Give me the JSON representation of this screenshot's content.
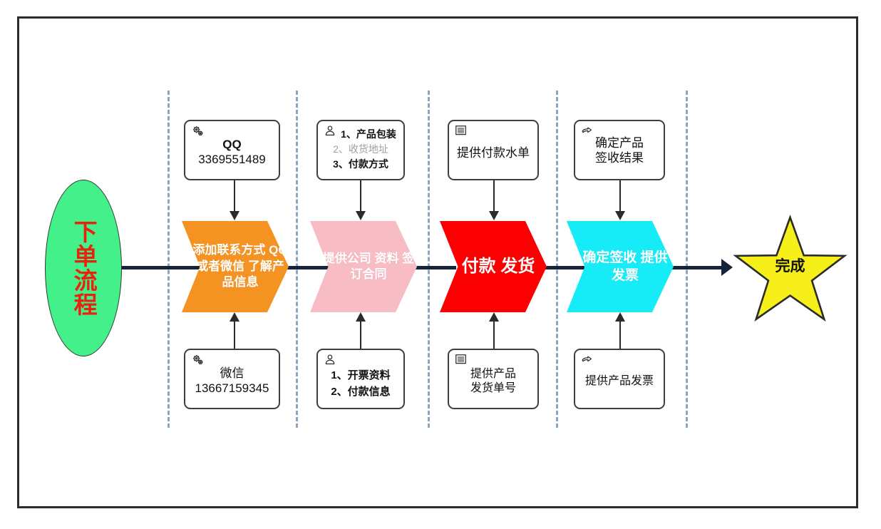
{
  "diagram": {
    "title": "下单流程",
    "colors": {
      "frame": "#2b2b2b",
      "lane_separator": "#8ba6c1",
      "flow_line": "#15233b",
      "start_fill": "#44f08a",
      "start_text": "#e8230d",
      "step1_fill": "#f59322",
      "step2_fill": "#f7bcc4",
      "step3_fill": "#fa0000",
      "step4_fill": "#16ecf7",
      "finish_fill": "#f7ef19"
    },
    "start": {
      "label": "下单流程",
      "shape": "ellipse"
    },
    "finish": {
      "label": "完成",
      "shape": "star"
    },
    "steps": [
      {
        "id": "step-1",
        "fill": "#f59322",
        "lines": [
          "添加联系方式",
          "QQ或者微信",
          "了解产品信息"
        ],
        "top_note": {
          "icon": "gears-icon",
          "lines": [
            {
              "text": "QQ",
              "style": "bold"
            },
            {
              "text": "3369551489",
              "style": "normal"
            }
          ]
        },
        "bottom_note": {
          "icon": "gears-icon",
          "lines": [
            {
              "text": "微信",
              "style": "normal"
            },
            {
              "text": "13667159345",
              "style": "normal"
            }
          ]
        }
      },
      {
        "id": "step-2",
        "fill": "#f7bcc4",
        "lines": [
          "提供公司",
          "资料",
          "签订合同"
        ],
        "top_note": {
          "icon": "person-icon",
          "lines": [
            {
              "text": "1、产品包装",
              "style": "bold"
            },
            {
              "text": "2、收货地址",
              "style": "gray"
            },
            {
              "text": "3、付款方式",
              "style": "bold"
            }
          ]
        },
        "bottom_note": {
          "icon": "person-icon",
          "lines": [
            {
              "text": "1、开票资料",
              "style": "bold"
            },
            {
              "text": "2、付款信息",
              "style": "bold"
            }
          ]
        }
      },
      {
        "id": "step-3",
        "fill": "#fa0000",
        "lines": [
          "付款",
          "发货"
        ],
        "top_note": {
          "icon": "document-list-icon",
          "lines": [
            {
              "text": "提供付款水单",
              "style": "normal"
            }
          ]
        },
        "bottom_note": {
          "icon": "document-list-icon",
          "lines": [
            {
              "text": "提供产品",
              "style": "normal"
            },
            {
              "text": "发货单号",
              "style": "normal"
            }
          ]
        }
      },
      {
        "id": "step-4",
        "fill": "#16ecf7",
        "lines": [
          "确定签收",
          "提供发票"
        ],
        "top_note": {
          "icon": "pointing-hand-icon",
          "lines": [
            {
              "text": "确定产品",
              "style": "normal"
            },
            {
              "text": "签收结果",
              "style": "normal"
            }
          ]
        },
        "bottom_note": {
          "icon": "pointing-hand-icon",
          "lines": [
            {
              "text": "提供产品发票",
              "style": "normal"
            }
          ]
        }
      }
    ]
  }
}
